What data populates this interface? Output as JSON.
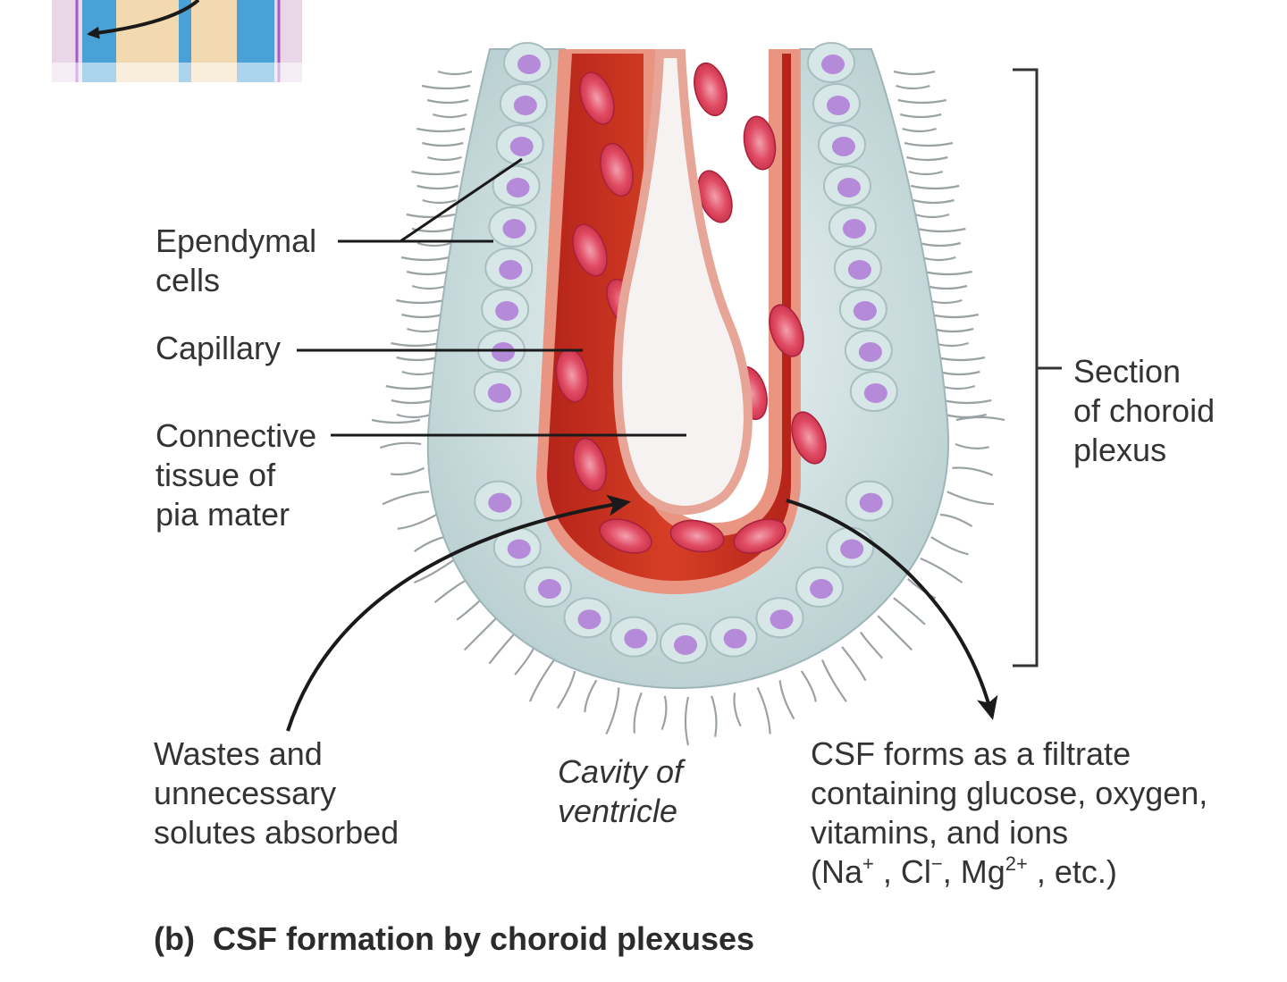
{
  "labels": {
    "ependymal": [
      "Ependymal",
      "cells"
    ],
    "capillary": "Capillary",
    "connective": [
      "Connective",
      "tissue of",
      "pia mater"
    ],
    "section": [
      "Section",
      "of choroid",
      "plexus"
    ],
    "wastes": [
      "Wastes and",
      "unnecessary",
      "solutes absorbed"
    ],
    "cavity": [
      "Cavity of",
      "ventricle"
    ],
    "csf": {
      "lines": [
        "CSF forms as a filtrate",
        "containing glucose, oxygen,",
        "vitamins, and ions"
      ],
      "ions": {
        "open": "(Na",
        "na_sup": "+",
        "cl": " , Cl",
        "cl_sup": "−",
        "mg": ", Mg",
        "mg_sup": "2+",
        "close": " , etc.)"
      }
    }
  },
  "caption": {
    "tag": "(b)",
    "text": "CSF formation by choroid plexuses"
  },
  "colors": {
    "blood": "#c7301f",
    "vessel_wall": "#e88a78",
    "rbc": "#e0405a",
    "connective": "#f7f4f4",
    "ependymal": "#cfdfe0",
    "nucleus": "#b58ad8",
    "line": "#222222"
  }
}
